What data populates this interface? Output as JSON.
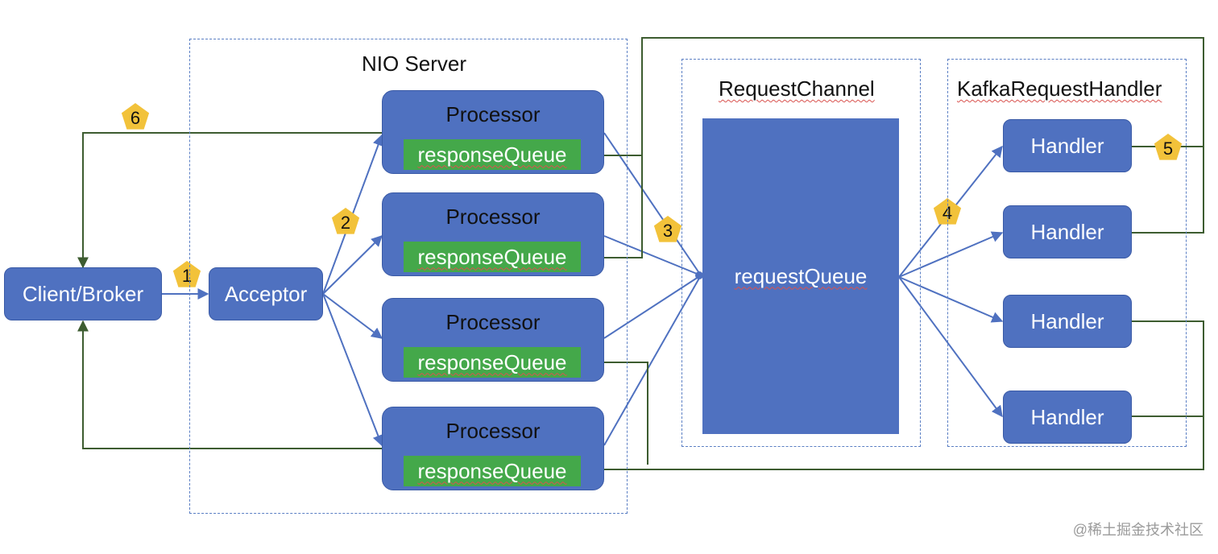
{
  "client": "Client/Broker",
  "acceptor": "Acceptor",
  "nio_server": {
    "title": "NIO Server"
  },
  "processors": [
    {
      "title": "Processor",
      "queue": "responseQueue"
    },
    {
      "title": "Processor",
      "queue": "responseQueue"
    },
    {
      "title": "Processor",
      "queue": "responseQueue"
    },
    {
      "title": "Processor",
      "queue": "responseQueue"
    }
  ],
  "request_channel": {
    "title": "RequestChannel",
    "queue": "requestQueue"
  },
  "handler_group": {
    "title": "KafkaRequestHandler"
  },
  "handlers": [
    "Handler",
    "Handler",
    "Handler",
    "Handler"
  ],
  "steps": [
    "1",
    "2",
    "3",
    "4",
    "5",
    "6"
  ],
  "watermark": "@稀土掘金技术社区",
  "colors": {
    "box": "#4f71c0",
    "queue": "#44a84a",
    "badge": "#f2c23a",
    "return_line": "#3d5c30",
    "request_line": "#4f71c0"
  }
}
